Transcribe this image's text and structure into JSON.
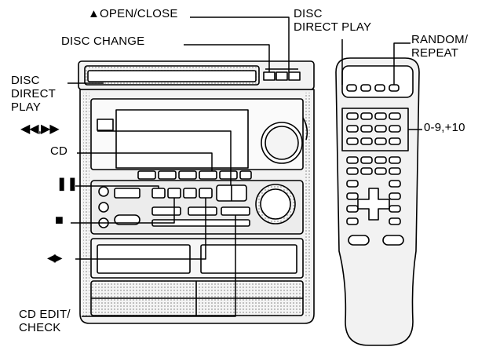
{
  "labels": {
    "open_close": "▲OPEN/CLOSE",
    "disc_change": "DISC CHANGE",
    "disc_direct_play_remote": "DISC\nDIRECT PLAY",
    "random_repeat": "RANDOM/\nREPEAT",
    "disc_direct_play_left": "DISC\nDIRECT\nPLAY",
    "skip": "◀◀,▶▶",
    "cd": "CD",
    "pause": "❚❚",
    "stop": "■",
    "direction": "◀▶",
    "numbers": "0-9,+10",
    "cd_edit_check": "CD EDIT/\nCHECK"
  },
  "colors": {
    "ink": "#000000",
    "body": "#f2f2f2",
    "panel": "#dcdcdc",
    "button": "#ffffff"
  }
}
